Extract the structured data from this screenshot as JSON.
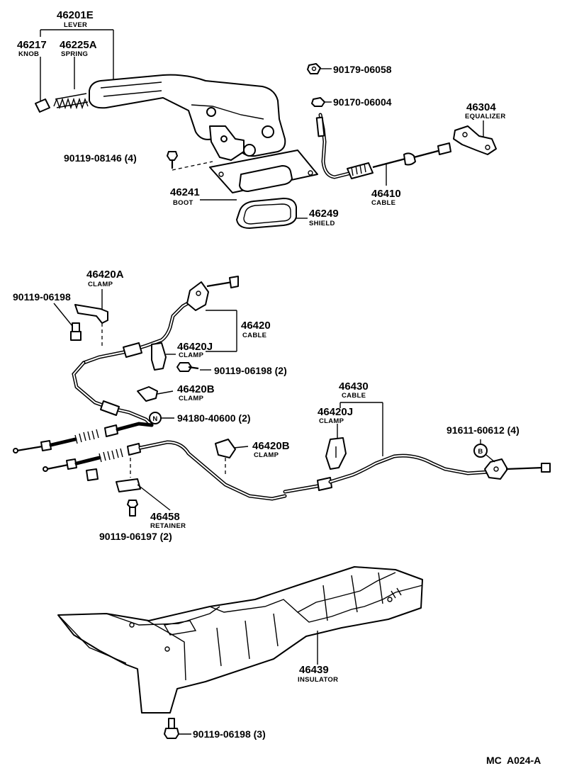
{
  "labels": {
    "lever": {
      "pn": "46201E",
      "name": "LEVER"
    },
    "knob": {
      "pn": "46217",
      "name": "KNOB"
    },
    "spring": {
      "pn": "46225A",
      "name": "SPRING"
    },
    "nut_06058": {
      "pn": "90179-06058"
    },
    "nut_06004": {
      "pn": "90170-06004"
    },
    "equalizer": {
      "pn": "46304",
      "name": "EQUALIZER"
    },
    "bolt_08146": {
      "pn": "90119-08146 (4)"
    },
    "boot": {
      "pn": "46241",
      "name": "BOOT"
    },
    "cable_46410": {
      "pn": "46410",
      "name": "CABLE"
    },
    "shield": {
      "pn": "46249",
      "name": "SHIELD"
    },
    "clamp_46420a": {
      "pn": "46420A",
      "name": "CLAMP"
    },
    "bolt_06198_a": {
      "pn": "90119-06198"
    },
    "cable_46420": {
      "pn": "46420",
      "name": "CABLE"
    },
    "clamp_46420j_a": {
      "pn": "46420J",
      "name": "CLAMP"
    },
    "bolt_06198_b": {
      "pn": "90119-06198 (2)"
    },
    "clamp_46420b_a": {
      "pn": "46420B",
      "name": "CLAMP"
    },
    "cable_46430": {
      "pn": "46430",
      "name": "CABLE"
    },
    "nut_40600": {
      "pn": "94180-40600 (2)",
      "symbol": "N"
    },
    "clamp_46420j_b": {
      "pn": "46420J",
      "name": "CLAMP"
    },
    "nut_60612": {
      "pn": "91611-60612 (4)",
      "symbol": "B"
    },
    "clamp_46420b_b": {
      "pn": "46420B",
      "name": "CLAMP"
    },
    "retainer": {
      "pn": "46458",
      "name": "RETAINER"
    },
    "bolt_06197": {
      "pn": "90119-06197 (2)"
    },
    "insulator": {
      "pn": "46439",
      "name": "INSULATOR"
    },
    "bolt_06198_c": {
      "pn": "90119-06198 (3)"
    },
    "figure_code": "MC  A024-A"
  }
}
